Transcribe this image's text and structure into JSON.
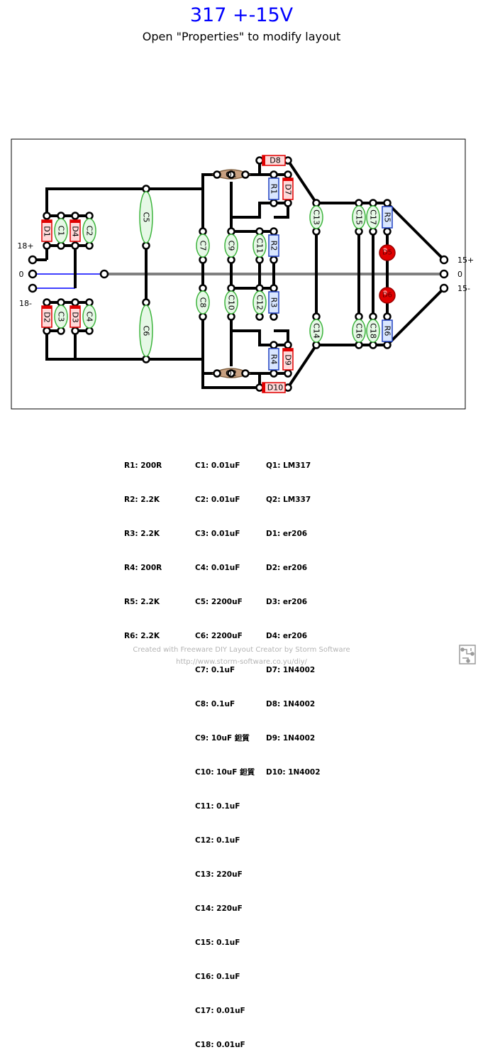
{
  "header": {
    "title": "317 +-15V",
    "subtitle": "Open \"Properties\" to modify layout"
  },
  "terminals": {
    "left_pos": "18+",
    "left_zero": "0",
    "left_neg": "18-",
    "right_pos": "15+",
    "right_zero": "0",
    "right_neg": "15-"
  },
  "components": {
    "D1": "D1",
    "D2": "D2",
    "D3": "D3",
    "D4": "D4",
    "C1": "C1",
    "C2": "C2",
    "C3": "C3",
    "C4": "C4",
    "C5": "C5",
    "C6": "C6",
    "C7": "C7",
    "C8": "C8",
    "C9": "C9",
    "C10": "C10",
    "C11": "C11",
    "C12": "C12",
    "C13": "C13",
    "C14": "C14",
    "C15": "C15",
    "C16": "C16",
    "C17": "C17",
    "C18": "C18",
    "R1": "R1",
    "R2": "R2",
    "R3": "R3",
    "R4": "R4",
    "R5": "R5",
    "R6": "R6",
    "Q1": "Q1",
    "Q2": "Q2",
    "D5": "D5",
    "D6": "D6",
    "D7": "D7",
    "D8": "D8",
    "D9": "D9",
    "D10": "D10"
  },
  "colors": {
    "trace": "#000000",
    "ground": "#808080",
    "wire": "#0000ff",
    "capacitor_fill": "#e6f8e6",
    "capacitor_border": "#3cb43c",
    "diode_fill": "#ffd9d9",
    "diode_border": "#e00000",
    "resistor_fill": "#d9e6ff",
    "resistor_border": "#2040c0",
    "led": "#e00000",
    "transistor": "#c8a080"
  },
  "bom": {
    "resistors": [
      "R1: 200R",
      "R2: 2.2K",
      "R3: 2.2K",
      "R4: 200R",
      "R5: 2.2K",
      "R6: 2.2K"
    ],
    "capacitors": [
      "C1: 0.01uF",
      "C2: 0.01uF",
      "C3: 0.01uF",
      "C4: 0.01uF",
      "C5: 2200uF",
      "C6: 2200uF",
      "C7: 0.1uF",
      "C8: 0.1uF",
      "C9: 10uF 鉭質",
      "C10: 10uF 鉭質",
      "C11: 0.1uF",
      "C12: 0.1uF",
      "C13: 220uF",
      "C14: 220uF",
      "C15: 0.1uF",
      "C16: 0.1uF",
      "C17: 0.01uF",
      "C18: 0.01uF"
    ],
    "semis": [
      "Q1: LM317",
      "Q2: LM337",
      "D1: er206",
      "D2: er206",
      "D3: er206",
      "D4: er206",
      "D7: 1N4002",
      "D8: 1N4002",
      "D9: 1N4002",
      "D10: 1N4002"
    ]
  },
  "footer": {
    "line1": "Created with Freeware DIY Layout Creator by Storm Software",
    "line2": "http://www.storm-software.co.yu/diy/"
  }
}
